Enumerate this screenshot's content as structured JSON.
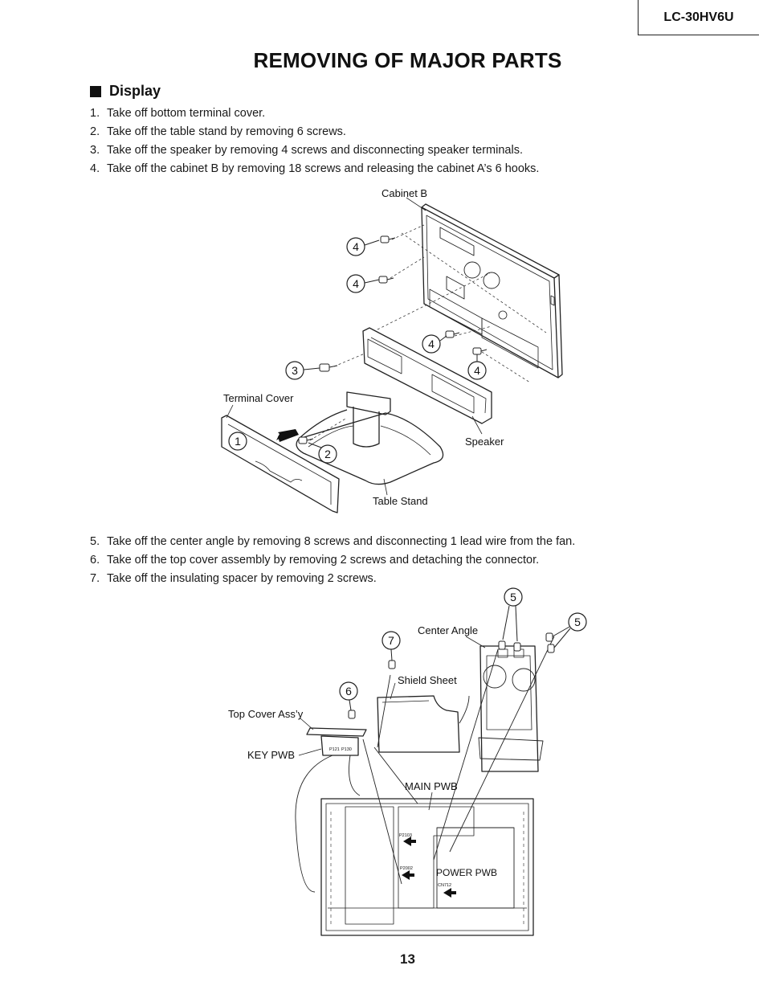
{
  "header": {
    "model": "LC-30HV6U"
  },
  "title": "REMOVING OF MAJOR PARTS",
  "section": "Display",
  "steps_a": [
    {
      "num": "1.",
      "text": "Take off bottom terminal cover."
    },
    {
      "num": "2.",
      "text": "Take off the table stand by removing 6 screws."
    },
    {
      "num": "3.",
      "text": "Take off the speaker by removing 4 screws and disconnecting speaker terminals."
    },
    {
      "num": "4.",
      "text": "Take off the cabinet B by removing 18 screws and releasing the cabinet A’s 6 hooks."
    }
  ],
  "diagram1": {
    "labels": {
      "cabinet_b": "Cabinet B",
      "terminal_cover": "Terminal Cover",
      "speaker": "Speaker",
      "table_stand": "Table Stand"
    },
    "callouts": [
      "4",
      "4",
      "4",
      "4",
      "3",
      "1",
      "2"
    ]
  },
  "steps_b": [
    {
      "num": "5.",
      "text": "Take off the center angle by removing 8 screws and disconnecting 1 lead wire from the fan."
    },
    {
      "num": "6.",
      "text": "Take off the top cover assembly by removing 2 screws and detaching the connector."
    },
    {
      "num": "7.",
      "text": "Take off the insulating spacer by removing 2 screws."
    }
  ],
  "diagram2": {
    "labels": {
      "center_angle": "Center Angle",
      "shield_sheet": "Shield Sheet",
      "top_cover": "Top Cover Ass’y",
      "key_pwb": "KEY PWB",
      "main_pwb": "MAIN PWB",
      "power_pwb": "POWER PWB",
      "p121": "P121",
      "p130": "P130",
      "p2103": "P2103",
      "p2002": "P2002",
      "cn712": "CN712"
    },
    "callouts": [
      "5",
      "5",
      "7",
      "6"
    ]
  },
  "page_number": "13"
}
